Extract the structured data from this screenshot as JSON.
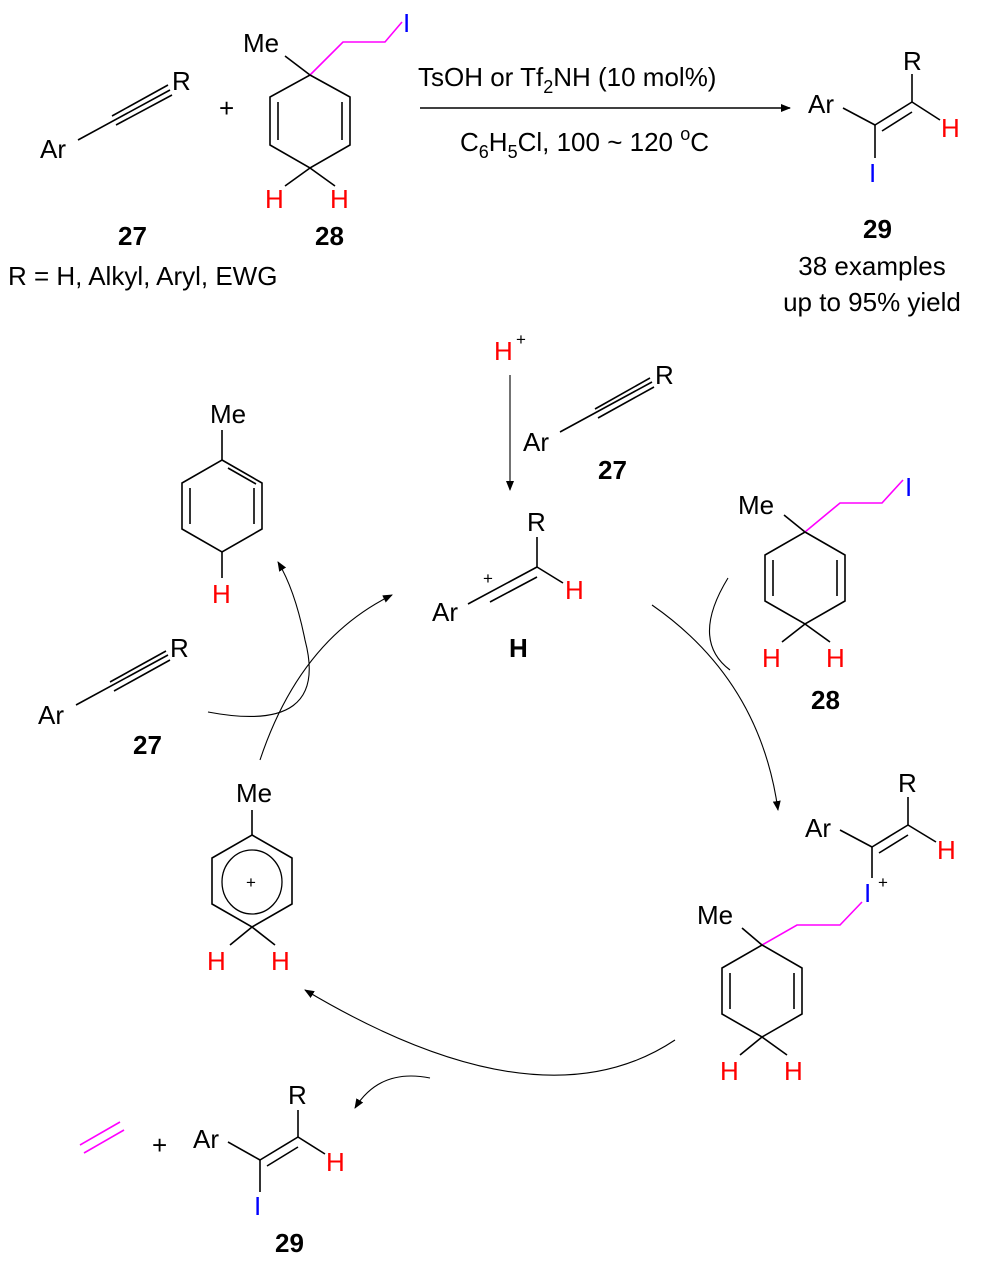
{
  "reaction": {
    "reactant1": {
      "ar": "Ar",
      "r": "R",
      "label": "27"
    },
    "plus": "+",
    "reactant2": {
      "me": "Me",
      "i": "I",
      "h1": "H",
      "h2": "H",
      "label": "28"
    },
    "r_definition": "R = H, Alkyl, Aryl, EWG",
    "conditions_above": {
      "part1": "TsOH or Tf",
      "sub": "2",
      "part2": "NH (10 mol%)"
    },
    "conditions_below": {
      "c": "C",
      "c_sub": "6",
      "h": "H",
      "h_sub": "5",
      "rest": "Cl, 100 ~ 120 ",
      "deg": "o",
      "unit": "C"
    },
    "product": {
      "ar": "Ar",
      "r": "R",
      "h": "H",
      "i": "I",
      "label": "29",
      "examples": "38 examples",
      "yield": "up to 95% yield"
    }
  },
  "cycle": {
    "proton": {
      "h": "H",
      "charge": "+"
    },
    "alkyne_top": {
      "ar": "Ar",
      "r": "R",
      "label": "27"
    },
    "vinyl_cation": {
      "ar": "Ar",
      "charge": "+",
      "r": "R",
      "h": "H",
      "label": "H"
    },
    "toluene": {
      "me": "Me",
      "h": "H"
    },
    "alkyne_left": {
      "ar": "Ar",
      "r": "R",
      "label": "27"
    },
    "reagent_right": {
      "me": "Me",
      "i": "I",
      "h1": "H",
      "h2": "H",
      "label": "28"
    },
    "iodonium": {
      "r": "R",
      "ar": "Ar",
      "h": "H",
      "i": "I",
      "charge": "+",
      "me": "Me",
      "h1": "H",
      "h2": "H"
    },
    "arenium": {
      "me": "Me",
      "charge": "+",
      "h1": "H",
      "h2": "H"
    },
    "products": {
      "plus": "+",
      "ar": "Ar",
      "r": "R",
      "h": "H",
      "i": "I",
      "label": "29"
    }
  },
  "colors": {
    "hydrogen": "#ff0000",
    "iodine": "#0000ff",
    "chain": "#ff00ff"
  }
}
